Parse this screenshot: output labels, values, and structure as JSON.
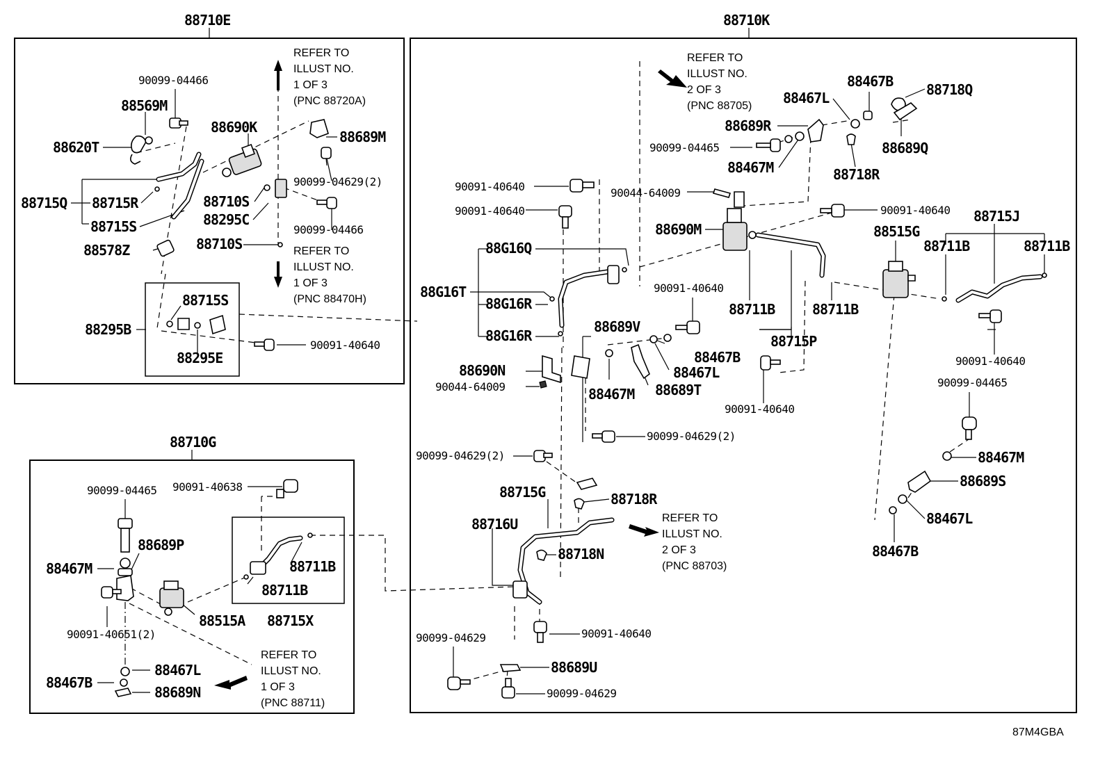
{
  "panels": {
    "e": {
      "title": "88710E"
    },
    "k": {
      "title": "88710K"
    },
    "g": {
      "title": "88710G"
    }
  },
  "labels": {
    "e": [
      "90099-04466",
      "88569M",
      "88620T",
      "88690K",
      "88689M",
      "90099-04629(2)",
      "88715Q",
      "88715R",
      "88710S",
      "88295C",
      "90099-04466",
      "88715S",
      "88578Z",
      "88710S",
      "88715S",
      "88295B",
      "88295E",
      "90091-40640"
    ],
    "k": [
      "88467B",
      "88467L",
      "88718Q",
      "88689R",
      "90099-04465",
      "88689Q",
      "88467M",
      "88718R",
      "90091-40640",
      "90044-64009",
      "90091-40640",
      "90091-40640",
      "88690M",
      "88515G",
      "88715J",
      "88G16Q",
      "88711B",
      "88711B",
      "88G16T",
      "90091-40640",
      "88G16R",
      "88711B",
      "88711B",
      "88G16R",
      "88689V",
      "88715P",
      "88467B",
      "88690N",
      "88467L",
      "90091-40640",
      "90044-64009",
      "88467M",
      "88689T",
      "90091-40640",
      "90099-04465",
      "90099-04629(2)",
      "88467M",
      "90099-04629(2)",
      "88689S",
      "88715G",
      "88718R",
      "88467L",
      "88716U",
      "88718N",
      "88467B",
      "90091-40640",
      "90099-04629",
      "88689U",
      "90099-04629"
    ],
    "g": [
      "90099-04465",
      "90091-40638",
      "88689P",
      "88467M",
      "88711B",
      "88711B",
      "88515A",
      "88715X",
      "90091-40651(2)",
      "88467L",
      "88467B",
      "88689N"
    ]
  },
  "notes": {
    "e1": [
      "REFER TO",
      "ILLUST NO.",
      "1 OF 3",
      "(PNC 88720A)"
    ],
    "e2": [
      "REFER TO",
      "ILLUST NO.",
      "1 OF 3",
      "(PNC 88470H)"
    ],
    "k1": [
      "REFER TO",
      "ILLUST NO.",
      "2 OF 3",
      "(PNC 88705)"
    ],
    "k2": [
      "REFER TO",
      "ILLUST NO.",
      "2 OF 3",
      "(PNC 88703)"
    ],
    "g1": [
      "REFER TO",
      "ILLUST NO.",
      "1 OF 3",
      "(PNC 88711)"
    ]
  },
  "figure_id": "87M4GBA"
}
